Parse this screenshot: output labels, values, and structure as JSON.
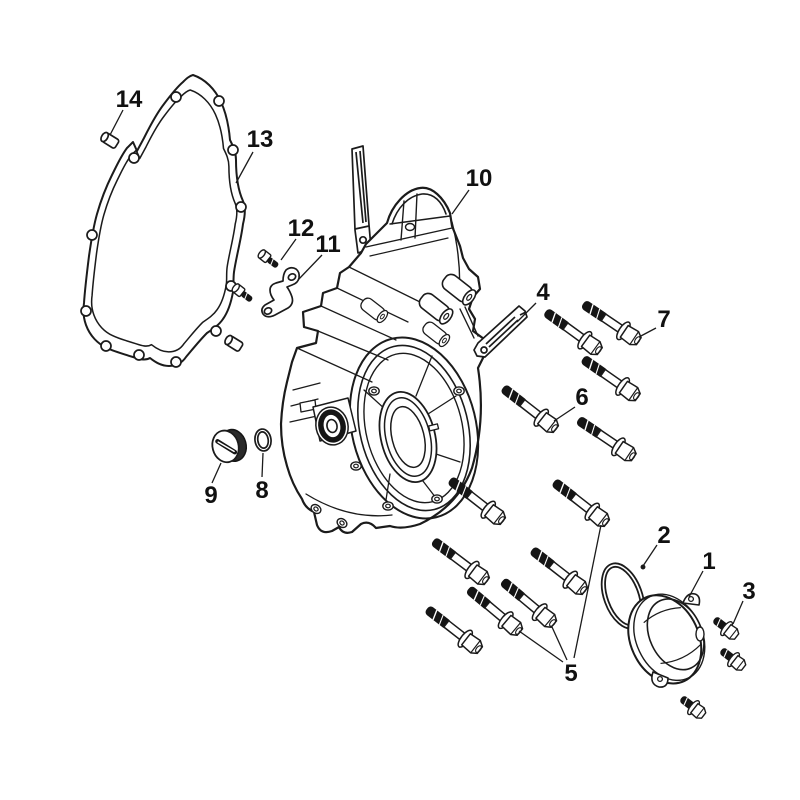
{
  "diagram": {
    "kind": "exploded-parts-diagram",
    "colors": {
      "background": "#ffffff",
      "line": "#1b1b1b",
      "dark_fill": "#151515"
    },
    "callouts": [
      {
        "label": "1"
      },
      {
        "label": "2"
      },
      {
        "label": "3"
      },
      {
        "label": "4"
      },
      {
        "label": "5"
      },
      {
        "label": "6"
      },
      {
        "label": "7"
      },
      {
        "label": "8"
      },
      {
        "label": "9"
      },
      {
        "label": "10"
      },
      {
        "label": "11"
      },
      {
        "label": "12"
      },
      {
        "label": "13"
      },
      {
        "label": "14"
      }
    ]
  }
}
